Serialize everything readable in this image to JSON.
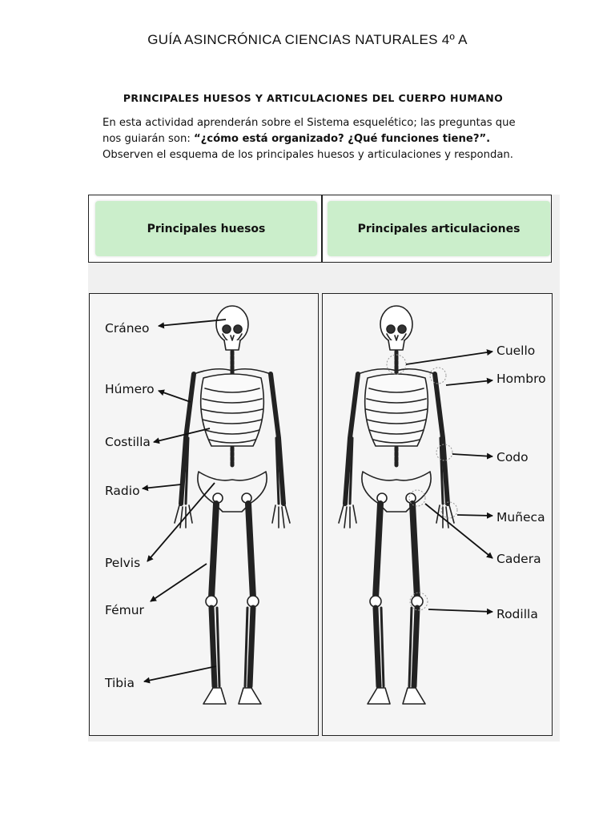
{
  "header": {
    "doc_title": "GUÍA ASINCRÓNICA CIENCIAS NATURALES 4º A",
    "section_title": "PRINCIPALES HUESOS Y ARTICULACIONES DEL CUERPO HUMANO"
  },
  "intro": {
    "part1": "En esta actividad aprenderán sobre el Sistema esquelético; las preguntas que nos guiarán son: ",
    "bold": "“¿cómo está organizado? ¿Qué funciones tiene?”.",
    "part2": " Observen el esquema de los principales huesos y articulaciones y respondan."
  },
  "figure": {
    "col_bones": "Principales huesos",
    "col_joints": "Principales articulaciones",
    "bones": [
      "Cráneo",
      "Húmero",
      "Costilla",
      "Radio",
      "Pelvis",
      "Fémur",
      "Tibia"
    ],
    "joints": [
      "Cuello",
      "Hombro",
      "Codo",
      "Muñeca",
      "Cadera",
      "Rodilla"
    ]
  }
}
